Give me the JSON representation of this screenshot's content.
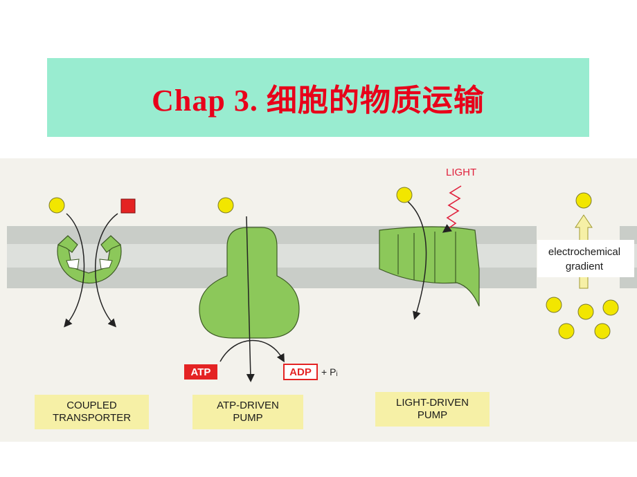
{
  "slide": {
    "title": "Chap 3. 细胞的物质运输"
  },
  "figure": {
    "panels": [
      {
        "label_line1": "COUPLED",
        "label_line2": "TRANSPORTER"
      },
      {
        "label_line1": "ATP-DRIVEN",
        "label_line2": "PUMP"
      },
      {
        "label_line1": "LIGHT-DRIVEN",
        "label_line2": "PUMP"
      }
    ],
    "atp_label": "ATP",
    "adp_label": "ADP",
    "pi_label": "+ Pᵢ",
    "light_label": "LIGHT",
    "gradient_line1": "electrochemical",
    "gradient_line2": "gradient",
    "colors": {
      "title": "#e8001a",
      "title_background": "#99ecd0",
      "protein": "#8cc85a",
      "solute": "#f2e600",
      "membrane": "#c9cdc8",
      "atp_box": "#e42323",
      "label_background": "#f6f0a6"
    }
  }
}
